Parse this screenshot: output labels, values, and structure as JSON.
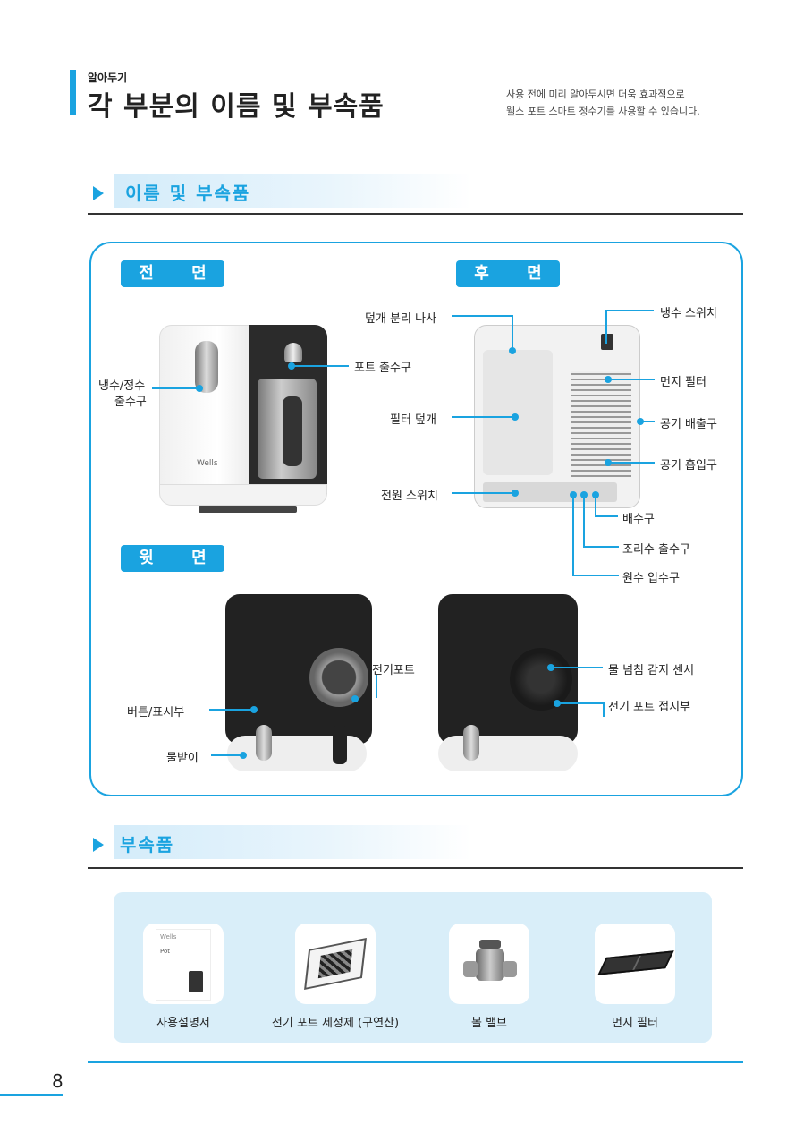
{
  "header": {
    "kicker": "알아두기",
    "title": "각 부분의 이름 및 부속품",
    "desc_line1": "사용 전에 미리 알아두시면 더욱 효과적으로",
    "desc_line2": "웰스 포트 스마트 정수기를 사용할 수 있습니다."
  },
  "section1": {
    "title": "이름 및 부속품"
  },
  "panels": {
    "front": "전 면",
    "back": "후 면",
    "top": "윗 면"
  },
  "labels": {
    "cold_outlet_1": "냉수/정수",
    "cold_outlet_2": "출수구",
    "pot_outlet": "포트 출수구",
    "brand": "Wells",
    "cover_screw": "덮개 분리 나사",
    "filter_cover": "필터 덮개",
    "power_switch": "전원 스위치",
    "cold_switch": "냉수 스위치",
    "dust_filter": "먼지 필터",
    "air_exhaust": "공기 배출구",
    "air_intake": "공기 흡입구",
    "drain": "배수구",
    "cooking_outlet": "조리수 출수구",
    "raw_inlet": "원수 입수구",
    "electric_pot": "전기포트",
    "button_display": "버튼/표시부",
    "drip_tray": "물받이",
    "overflow_sensor": "물 넘침 감지 센서",
    "pot_contact": "전기 포트 접지부"
  },
  "section2": {
    "title": "부속품"
  },
  "accessories": [
    {
      "label": "사용설명서",
      "icon": "manual-icon"
    },
    {
      "label": "전기 포트 세정제 (구연산)",
      "icon": "cleaner-box-icon"
    },
    {
      "label": "볼 밸브",
      "icon": "ball-valve-icon"
    },
    {
      "label": "먼지 필터",
      "icon": "dust-filter-icon"
    }
  ],
  "manual_brand": "Wells",
  "manual_model": "Pot",
  "page_number": "8",
  "colors": {
    "accent": "#1aa3e0",
    "panel_border": "#1aa3e0",
    "acc_bg": "#d9eef9"
  }
}
